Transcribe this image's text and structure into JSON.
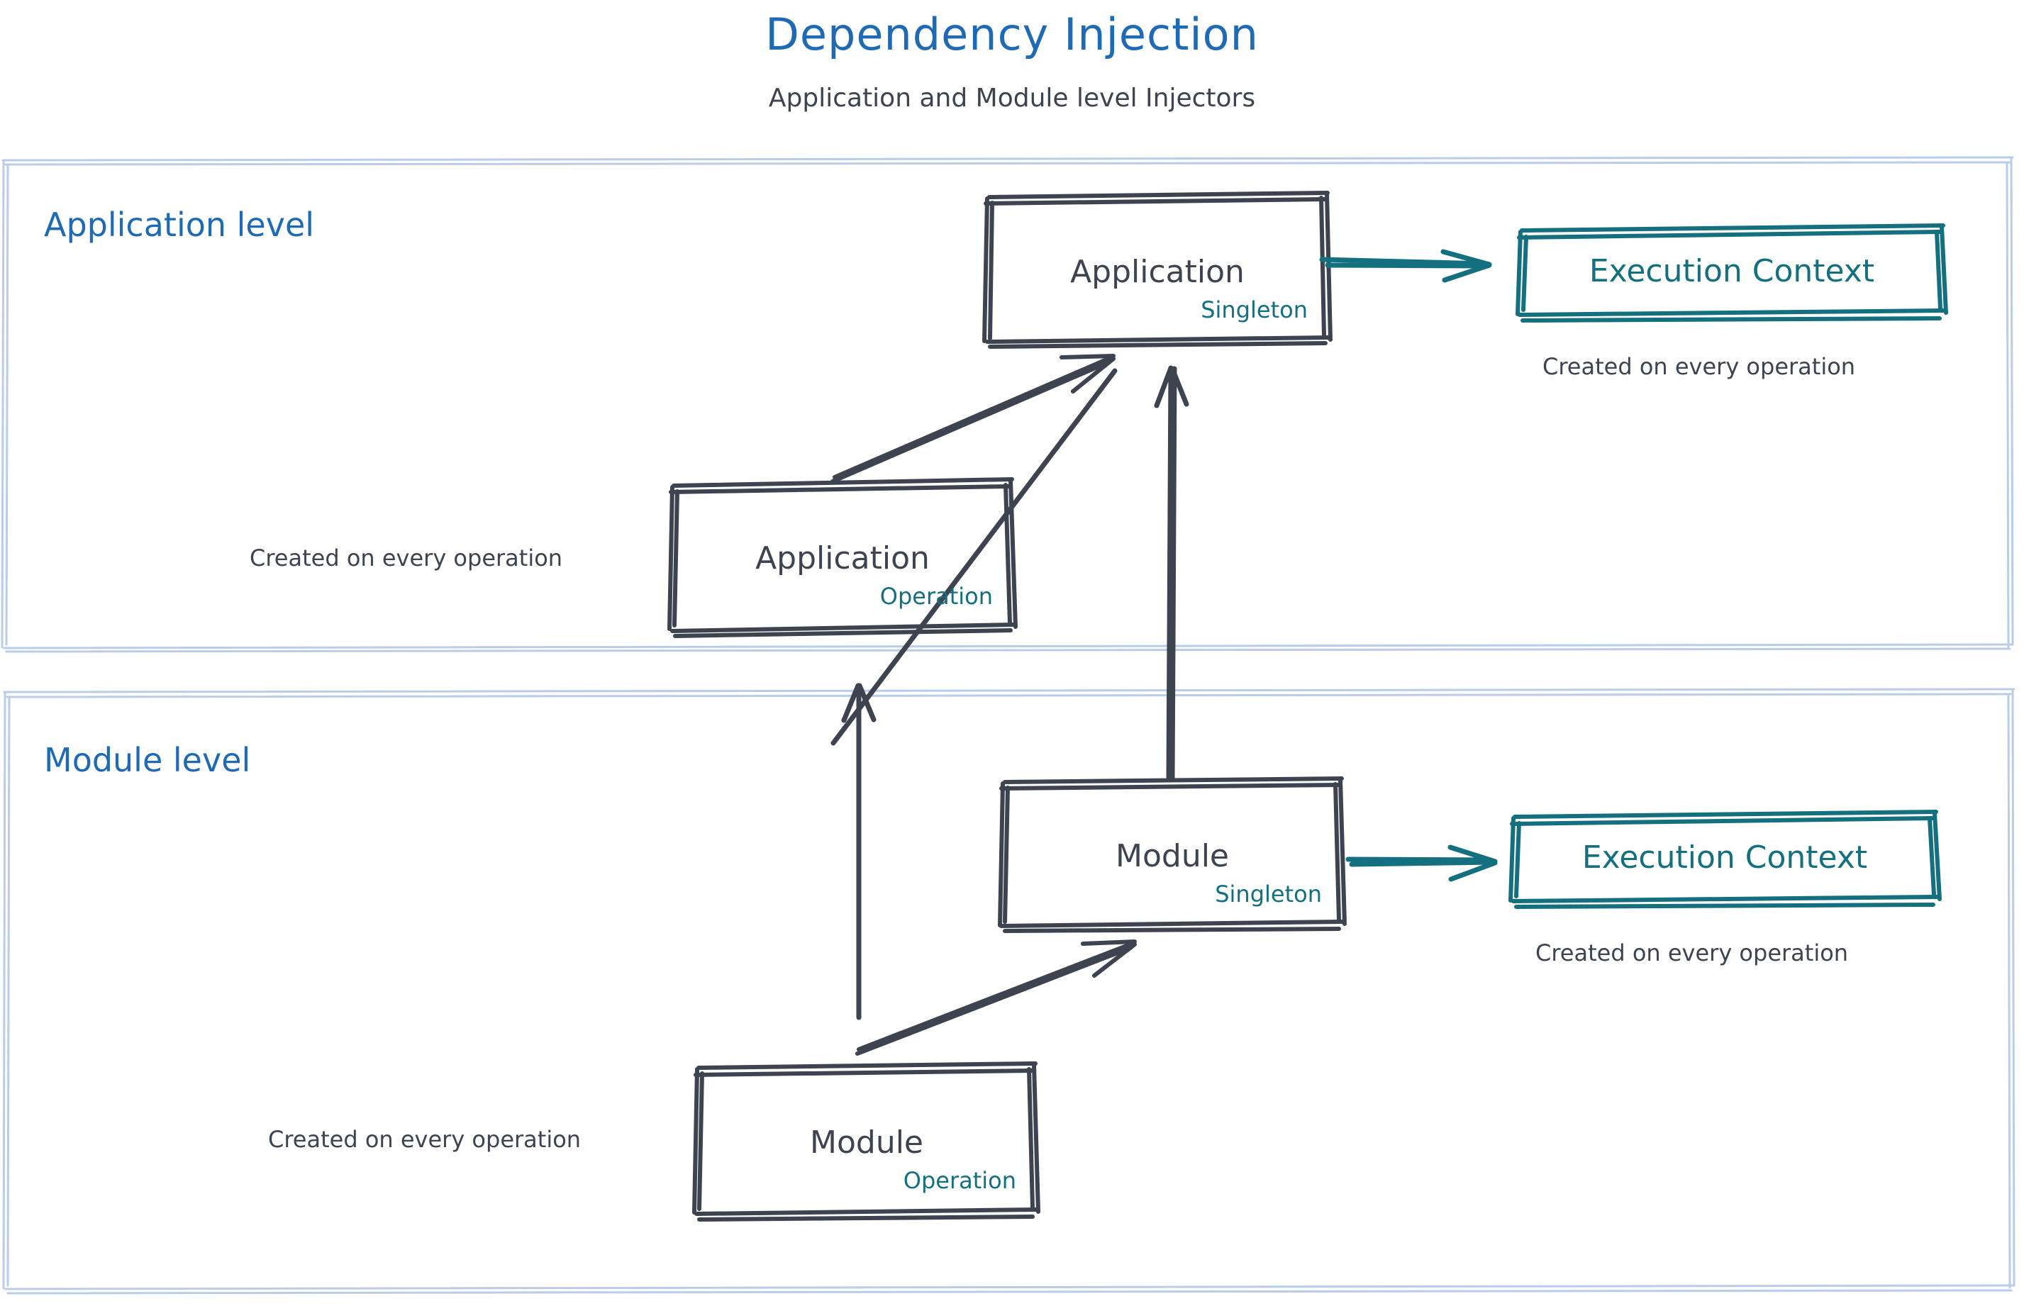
{
  "header": {
    "title": "Dependency Injection",
    "subtitle": "Application and Module level Injectors"
  },
  "colors": {
    "title_blue": "#1f6ab4",
    "group_border_blue": "#b9cce8",
    "node_stroke": "#3d4450",
    "teal": "#14707f",
    "text_dark": "#3d4450",
    "background": "#ffffff"
  },
  "groups": [
    {
      "id": "application-level",
      "label": "Application level"
    },
    {
      "id": "module-level",
      "label": "Module level"
    }
  ],
  "nodes": {
    "app_singleton": {
      "name": "Application",
      "scope": "Singleton"
    },
    "app_operation": {
      "name": "Application",
      "scope": "Operation"
    },
    "module_singleton": {
      "name": "Module",
      "scope": "Singleton"
    },
    "module_operation": {
      "name": "Module",
      "scope": "Operation"
    },
    "exec_ctx_app": {
      "name": "Execution Context"
    },
    "exec_ctx_module": {
      "name": "Execution Context"
    }
  },
  "captions": {
    "exec_ctx_app": "Created on every operation",
    "app_operation": "Created on every operation",
    "exec_ctx_module": "Created on every operation",
    "module_operation": "Created on every operation"
  }
}
